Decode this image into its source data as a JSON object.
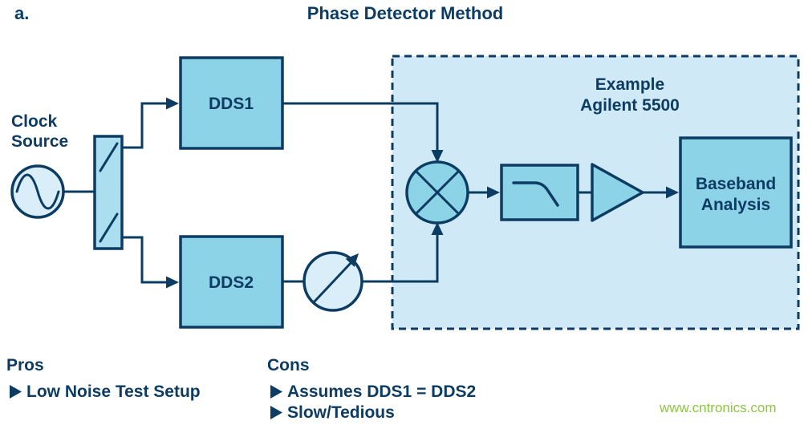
{
  "figure_label": "a.",
  "title": "Phase Detector Method",
  "diagram": {
    "clock_source": {
      "line1": "Clock",
      "line2": "Source"
    },
    "dds1_label": "DDS1",
    "dds2_label": "DDS2",
    "region_label": {
      "line1": "Example",
      "line2": "Agilent 5500"
    },
    "baseband_label": {
      "line1": "Baseband",
      "line2": "Analysis"
    }
  },
  "notes": {
    "pros": {
      "heading": "Pros",
      "items": [
        "Low Noise Test Setup"
      ]
    },
    "cons": {
      "heading": "Cons",
      "items": [
        "Assumes DDS1 = DDS2",
        "Slow/Tedious"
      ]
    }
  },
  "watermark": "www.cntronics.com",
  "colors": {
    "line_navy": "#0d3c63",
    "box_fill": "#8dd3e8",
    "light_fill": "#d9eef8",
    "region_fill": "#cfe9f6",
    "splitter_fill": "#abdeef",
    "watermark_green": "#8dc63f",
    "background": "#ffffff"
  }
}
